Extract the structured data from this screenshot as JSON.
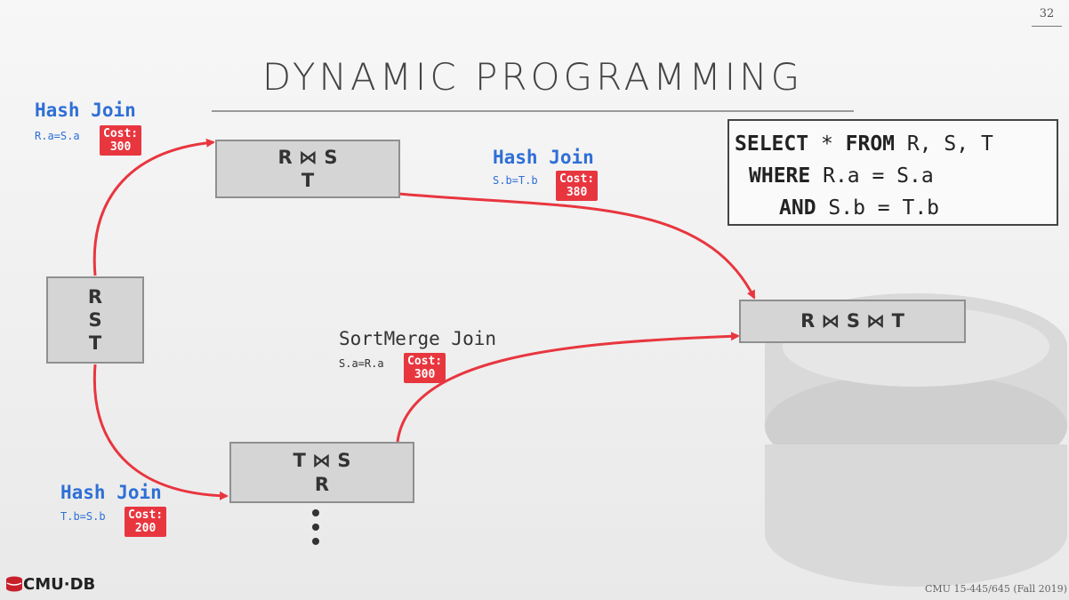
{
  "slide_number": "32",
  "title": "DYNAMIC PROGRAMMING",
  "sql": {
    "line1_kw1": "SELECT",
    "line1_rest1": " * ",
    "line1_kw2": "FROM",
    "line1_rest2": " R, S, T",
    "line2_kw": "WHERE",
    "line2_rest": " R.a = S.a",
    "line3_kw": "AND",
    "line3_rest": " S.b = T.b"
  },
  "nodes": {
    "rst": [
      "R",
      "S",
      "T"
    ],
    "rs_t": [
      "R ⋈ S",
      "T"
    ],
    "ts_r": [
      "T ⋈ S",
      "R"
    ],
    "final": "R ⋈ S ⋈ T"
  },
  "edges": [
    {
      "id": "hash1",
      "label": "Hash Join",
      "predicate": "R.a=S.a",
      "cost_label": "Cost:",
      "cost": "300",
      "color": "#2f6fd6"
    },
    {
      "id": "hash2",
      "label": "Hash Join",
      "predicate": "S.b=T.b",
      "cost_label": "Cost:",
      "cost": "380",
      "color": "#2f6fd6"
    },
    {
      "id": "sortmerge",
      "label": "SortMerge Join",
      "predicate": "S.a=R.a",
      "cost_label": "Cost:",
      "cost": "300",
      "color": "#333333"
    },
    {
      "id": "hash3",
      "label": "Hash Join",
      "predicate": "T.b=S.b",
      "cost_label": "Cost:",
      "cost": "200",
      "color": "#2f6fd6"
    }
  ],
  "arrow_color": "#e8363f",
  "footer": {
    "logo": "CMU·DB",
    "course": "CMU 15-445/645 (Fall 2019)"
  }
}
